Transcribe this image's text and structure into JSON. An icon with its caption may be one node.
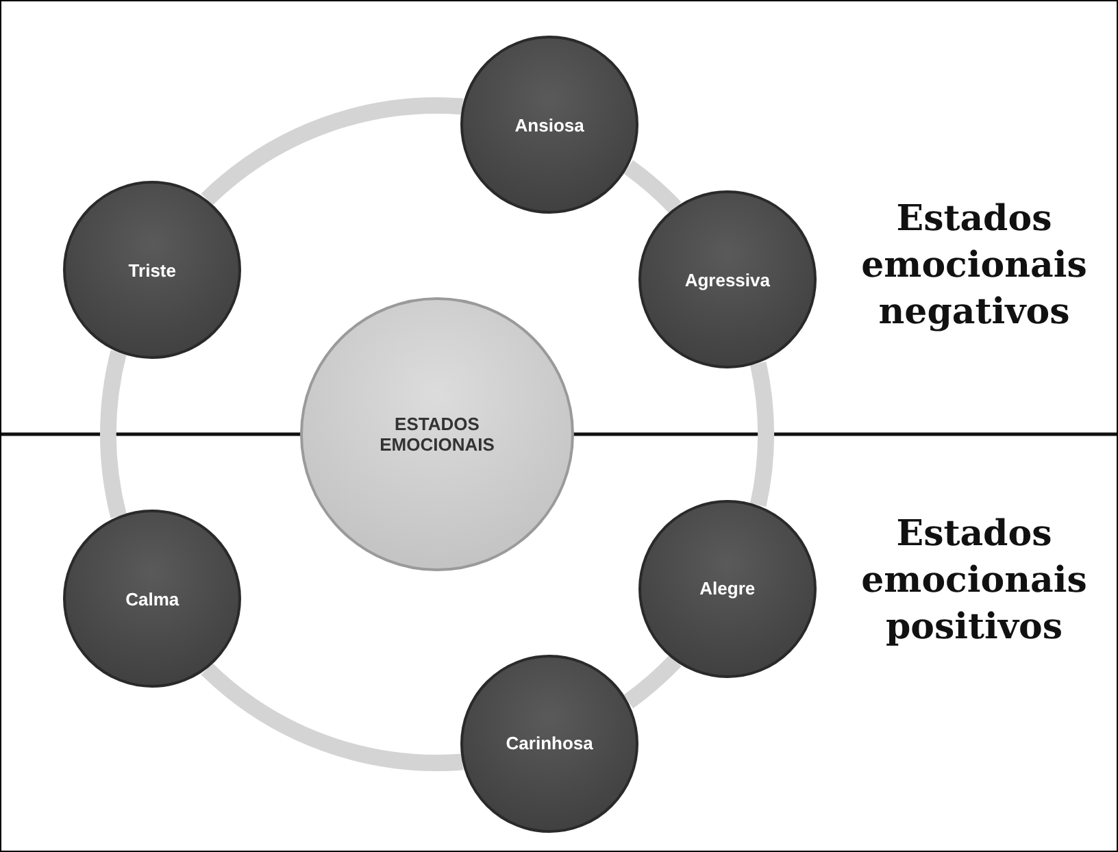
{
  "diagram": {
    "nodes": [
      {
        "text": [
          "ESTADOS EMOCIONAIS"
        ]
      },
      {
        "text": [
          "Ansiosa"
        ]
      },
      {
        "text": [
          "Agressiva"
        ]
      },
      {
        "text": [
          "Alegre"
        ]
      },
      {
        "text": [
          "Carinhosa"
        ]
      },
      {
        "text": [
          "Calma"
        ]
      },
      {
        "text": [
          "Triste"
        ]
      }
    ],
    "edges": [
      {
        "from": 1,
        "to": 2,
        "arrow": "none"
      },
      {
        "from": 2,
        "to": 3,
        "arrow": "none"
      },
      {
        "from": 3,
        "to": 4,
        "arrow": "none"
      },
      {
        "from": 4,
        "to": 5,
        "arrow": "none"
      },
      {
        "from": 5,
        "to": 6,
        "arrow": "none"
      },
      {
        "from": 6,
        "to": 1,
        "arrow": "none"
      }
    ],
    "labels": [
      "Estados emocionais negativos",
      "Estados emocionais positivos"
    ]
  }
}
